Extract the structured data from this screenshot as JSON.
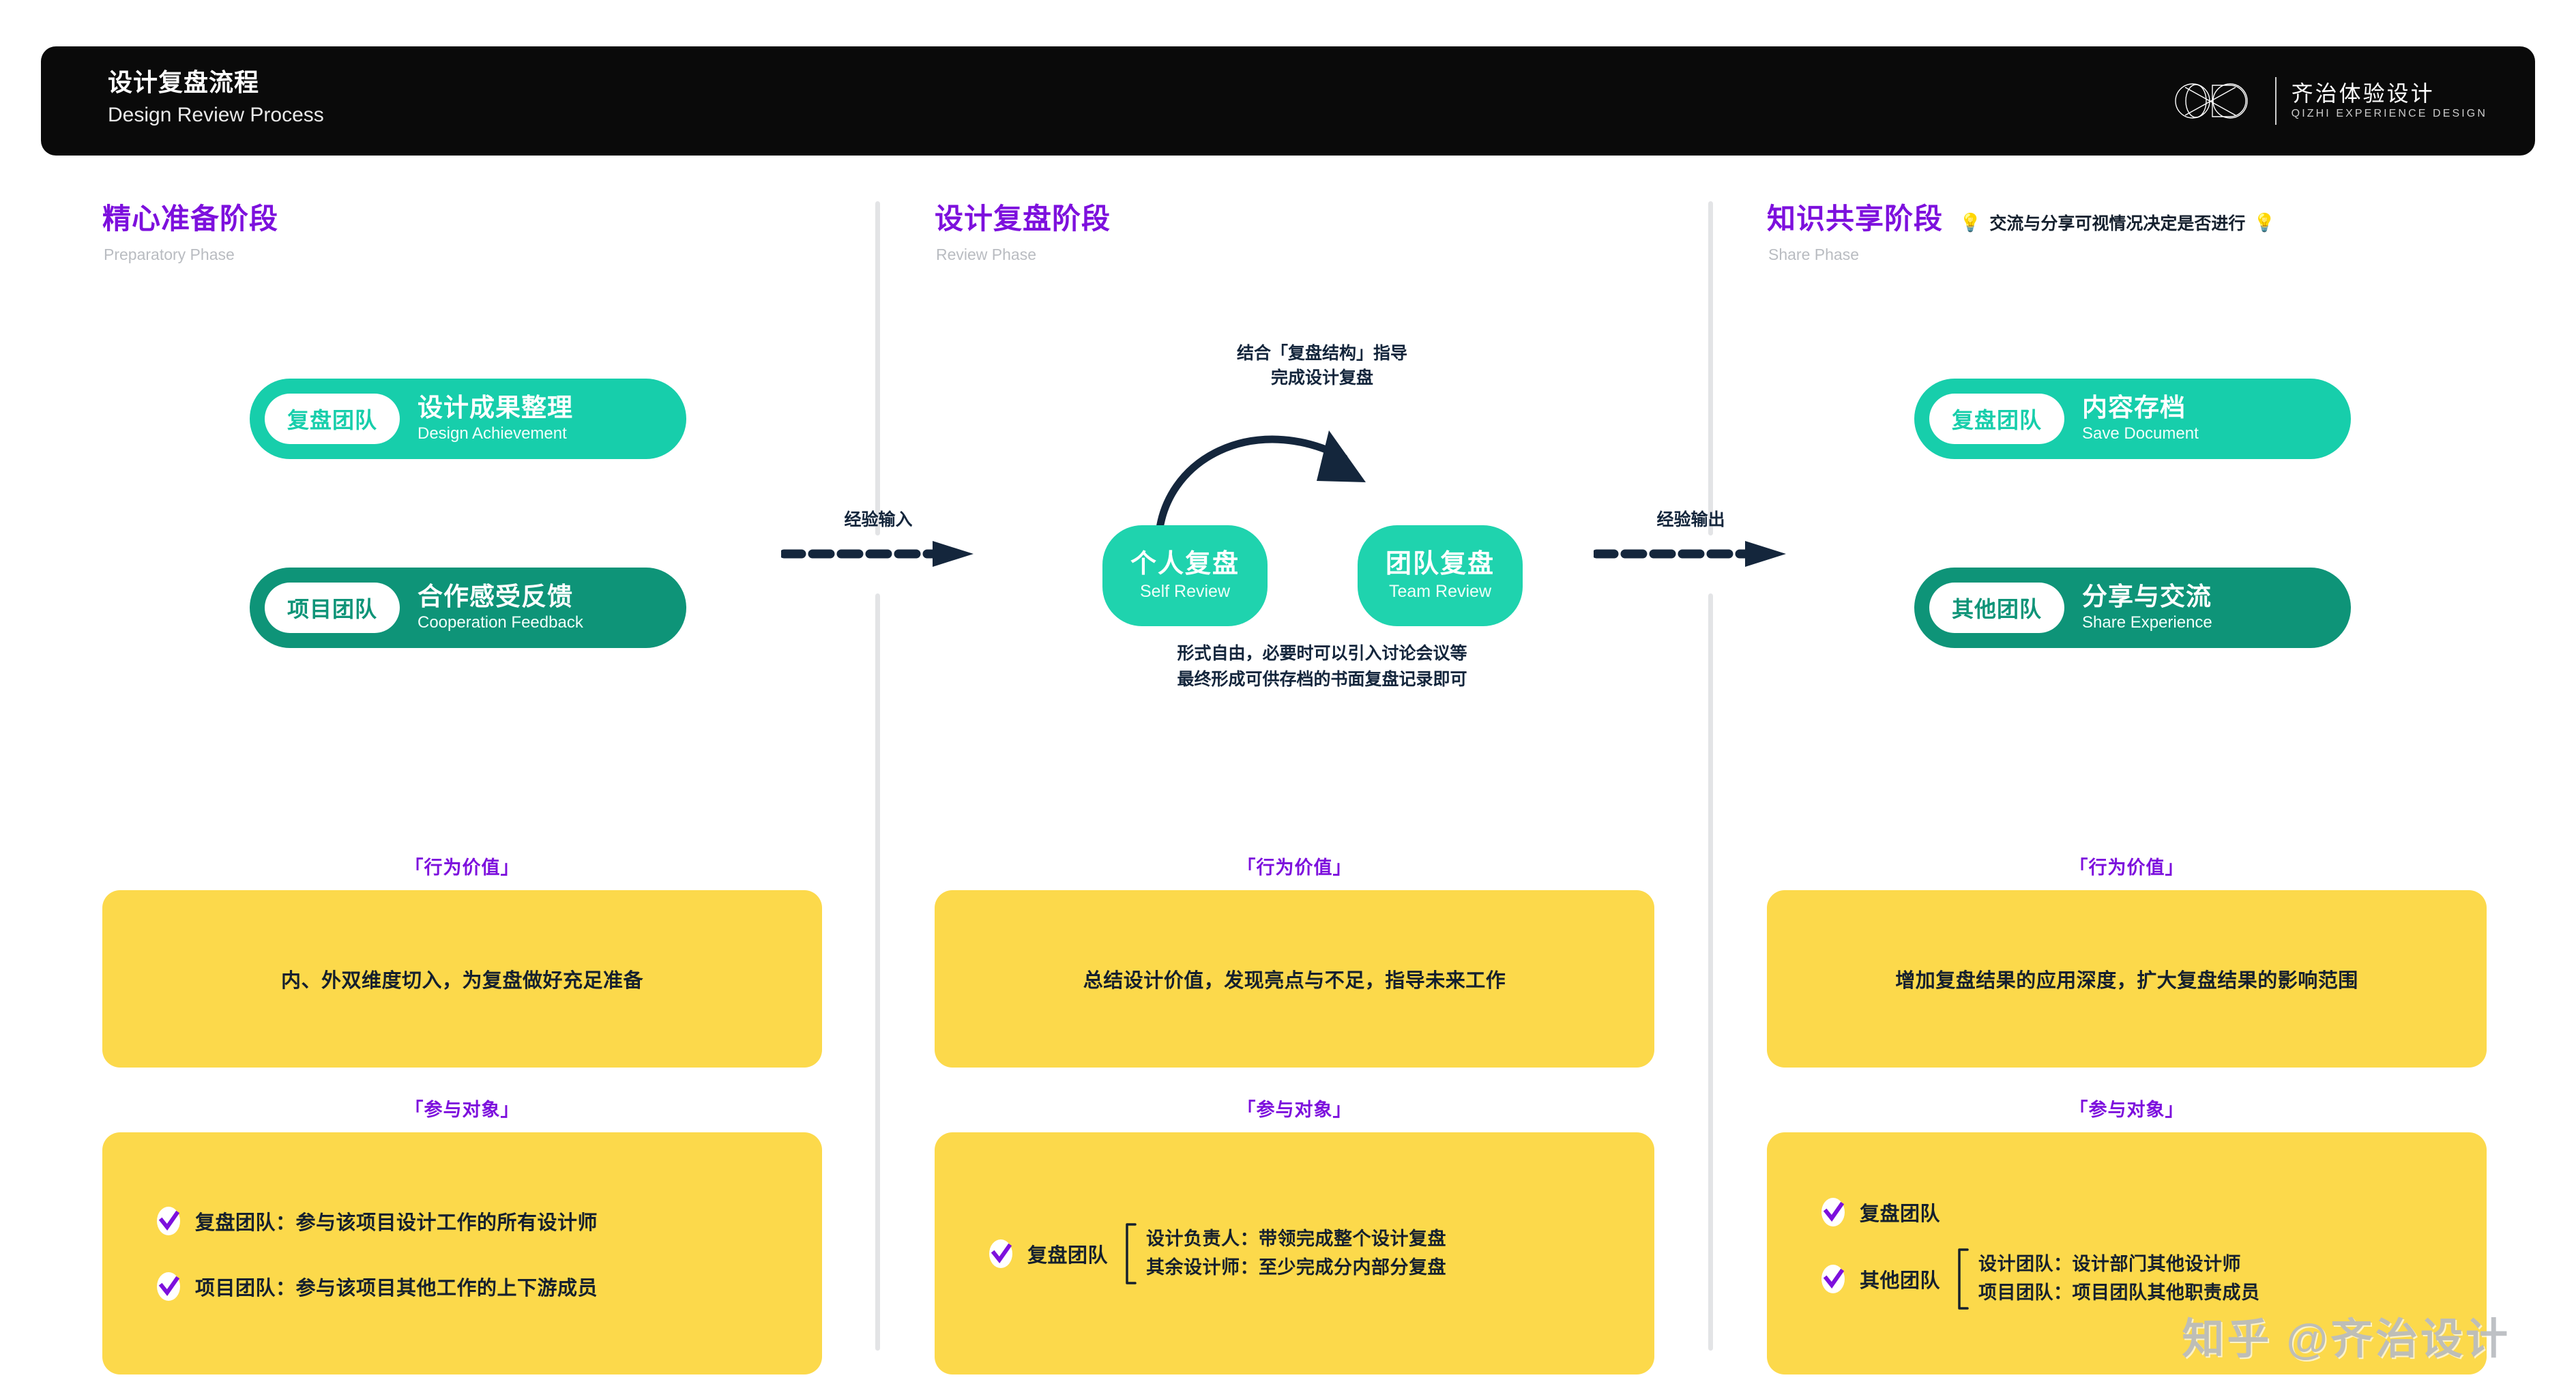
{
  "header": {
    "title_cn": "设计复盘流程",
    "title_en": "Design Review Process",
    "logo": {
      "mark": "oxd-infinity-logo",
      "name_cn": "齐治体验设计",
      "name_en": "QIZHI EXPERIENCE DESIGN"
    }
  },
  "colors": {
    "accent_purple": "#7d10dd",
    "teal_light": "#17ceab",
    "teal_dark": "#0e9478",
    "teal_node": "#1fd3ae",
    "yellow": "#fcd94b",
    "navy": "#14263c",
    "header_black": "#0a0a0a",
    "muted_gray": "#b9bcc1"
  },
  "columns": [
    {
      "phase_cn": "精心准备阶段",
      "phase_en": "Preparatory Phase",
      "phase_note": "",
      "cards": [
        {
          "tag": "复盘团队",
          "cn": "设计成果整理",
          "en": "Design Achievement",
          "style": "light"
        },
        {
          "tag": "项目团队",
          "cn": "合作感受反馈",
          "en": "Cooperation Feedback",
          "style": "dark"
        }
      ],
      "value_card": {
        "title": "「行为价值」",
        "text": "内、外双维度切入，为复盘做好充足准备"
      },
      "people_card": {
        "title": "「参与对象」",
        "rows": [
          {
            "label": "复盘团队：参与该项目设计工作的所有设计师",
            "sub": []
          },
          {
            "label": "项目团队：参与该项目其他工作的上下游成员",
            "sub": []
          }
        ]
      }
    },
    {
      "phase_cn": "设计复盘阶段",
      "phase_en": "Review Phase",
      "phase_note": "",
      "nodes": [
        {
          "cn": "个人复盘",
          "en": "Self Review"
        },
        {
          "cn": "团队复盘",
          "en": "Team Review"
        }
      ],
      "curve_note": [
        "结合「复盘结构」指导",
        "完成设计复盘"
      ],
      "flow_note": [
        "形式自由，必要时可以引入讨论会议等",
        "最终形成可供存档的书面复盘记录即可"
      ],
      "value_card": {
        "title": "「行为价值」",
        "text": "总结设计价值，发现亮点与不足，指导未来工作"
      },
      "people_card": {
        "title": "「参与对象」",
        "rows": [
          {
            "label": "复盘团队",
            "sub": [
              "设计负责人：带领完成整个设计复盘",
              "其余设计师：至少完成分内部分复盘"
            ]
          }
        ]
      }
    },
    {
      "phase_cn": "知识共享阶段",
      "phase_en": "Share Phase",
      "phase_note": "交流与分享可视情况决定是否进行",
      "cards": [
        {
          "tag": "复盘团队",
          "cn": "内容存档",
          "en": "Save Document",
          "style": "light"
        },
        {
          "tag": "其他团队",
          "cn": "分享与交流",
          "en": "Share Experience",
          "style": "dark"
        }
      ],
      "value_card": {
        "title": "「行为价值」",
        "text": "增加复盘结果的应用深度，扩大复盘结果的影响范围"
      },
      "people_card": {
        "title": "「参与对象」",
        "rows": [
          {
            "label": "复盘团队",
            "sub": []
          },
          {
            "label": "其他团队",
            "sub": [
              "设计团队：设计部门其他设计师",
              "项目团队：项目团队其他职责成员"
            ]
          }
        ]
      }
    }
  ],
  "connectors": [
    {
      "label": "经验输入",
      "name": "experience-input-arrow"
    },
    {
      "label": "经验输出",
      "name": "experience-output-arrow"
    }
  ],
  "watermark": "知乎 @齐治设计"
}
